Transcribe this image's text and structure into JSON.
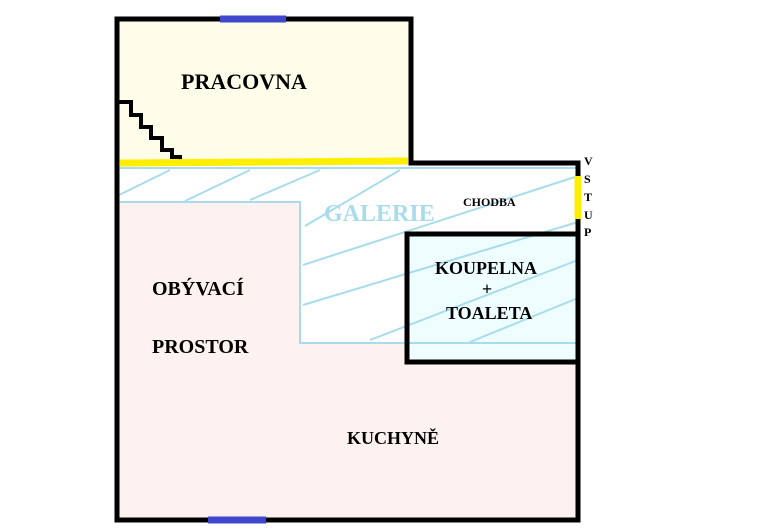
{
  "rooms": {
    "pracovna": "PRACOVNA",
    "chodba": "CHODBA",
    "galerie": "GALERIE",
    "koupelna_line1": "KOUPELNA",
    "koupelna_line2": "+",
    "koupelna_line3": "TOALETA",
    "obyvaci_line1": "OBÝVACÍ",
    "obyvaci_line2": "PROSTOR",
    "kuchyne": "KUCHYNĚ"
  },
  "entrance": {
    "letters": [
      "V",
      "S",
      "T",
      "U",
      "P"
    ]
  },
  "colors": {
    "wall": "#000000",
    "pracovna_fill": "#fdfde9",
    "living_fill": "#fdf2ef",
    "bathroom_fill": "#eefdfd",
    "gallery_fill": "#ffffff",
    "gallery_lines": "#a8dced",
    "galerie_text": "#a8dced",
    "window": "#3f47cc",
    "railing": "#ffee00"
  }
}
